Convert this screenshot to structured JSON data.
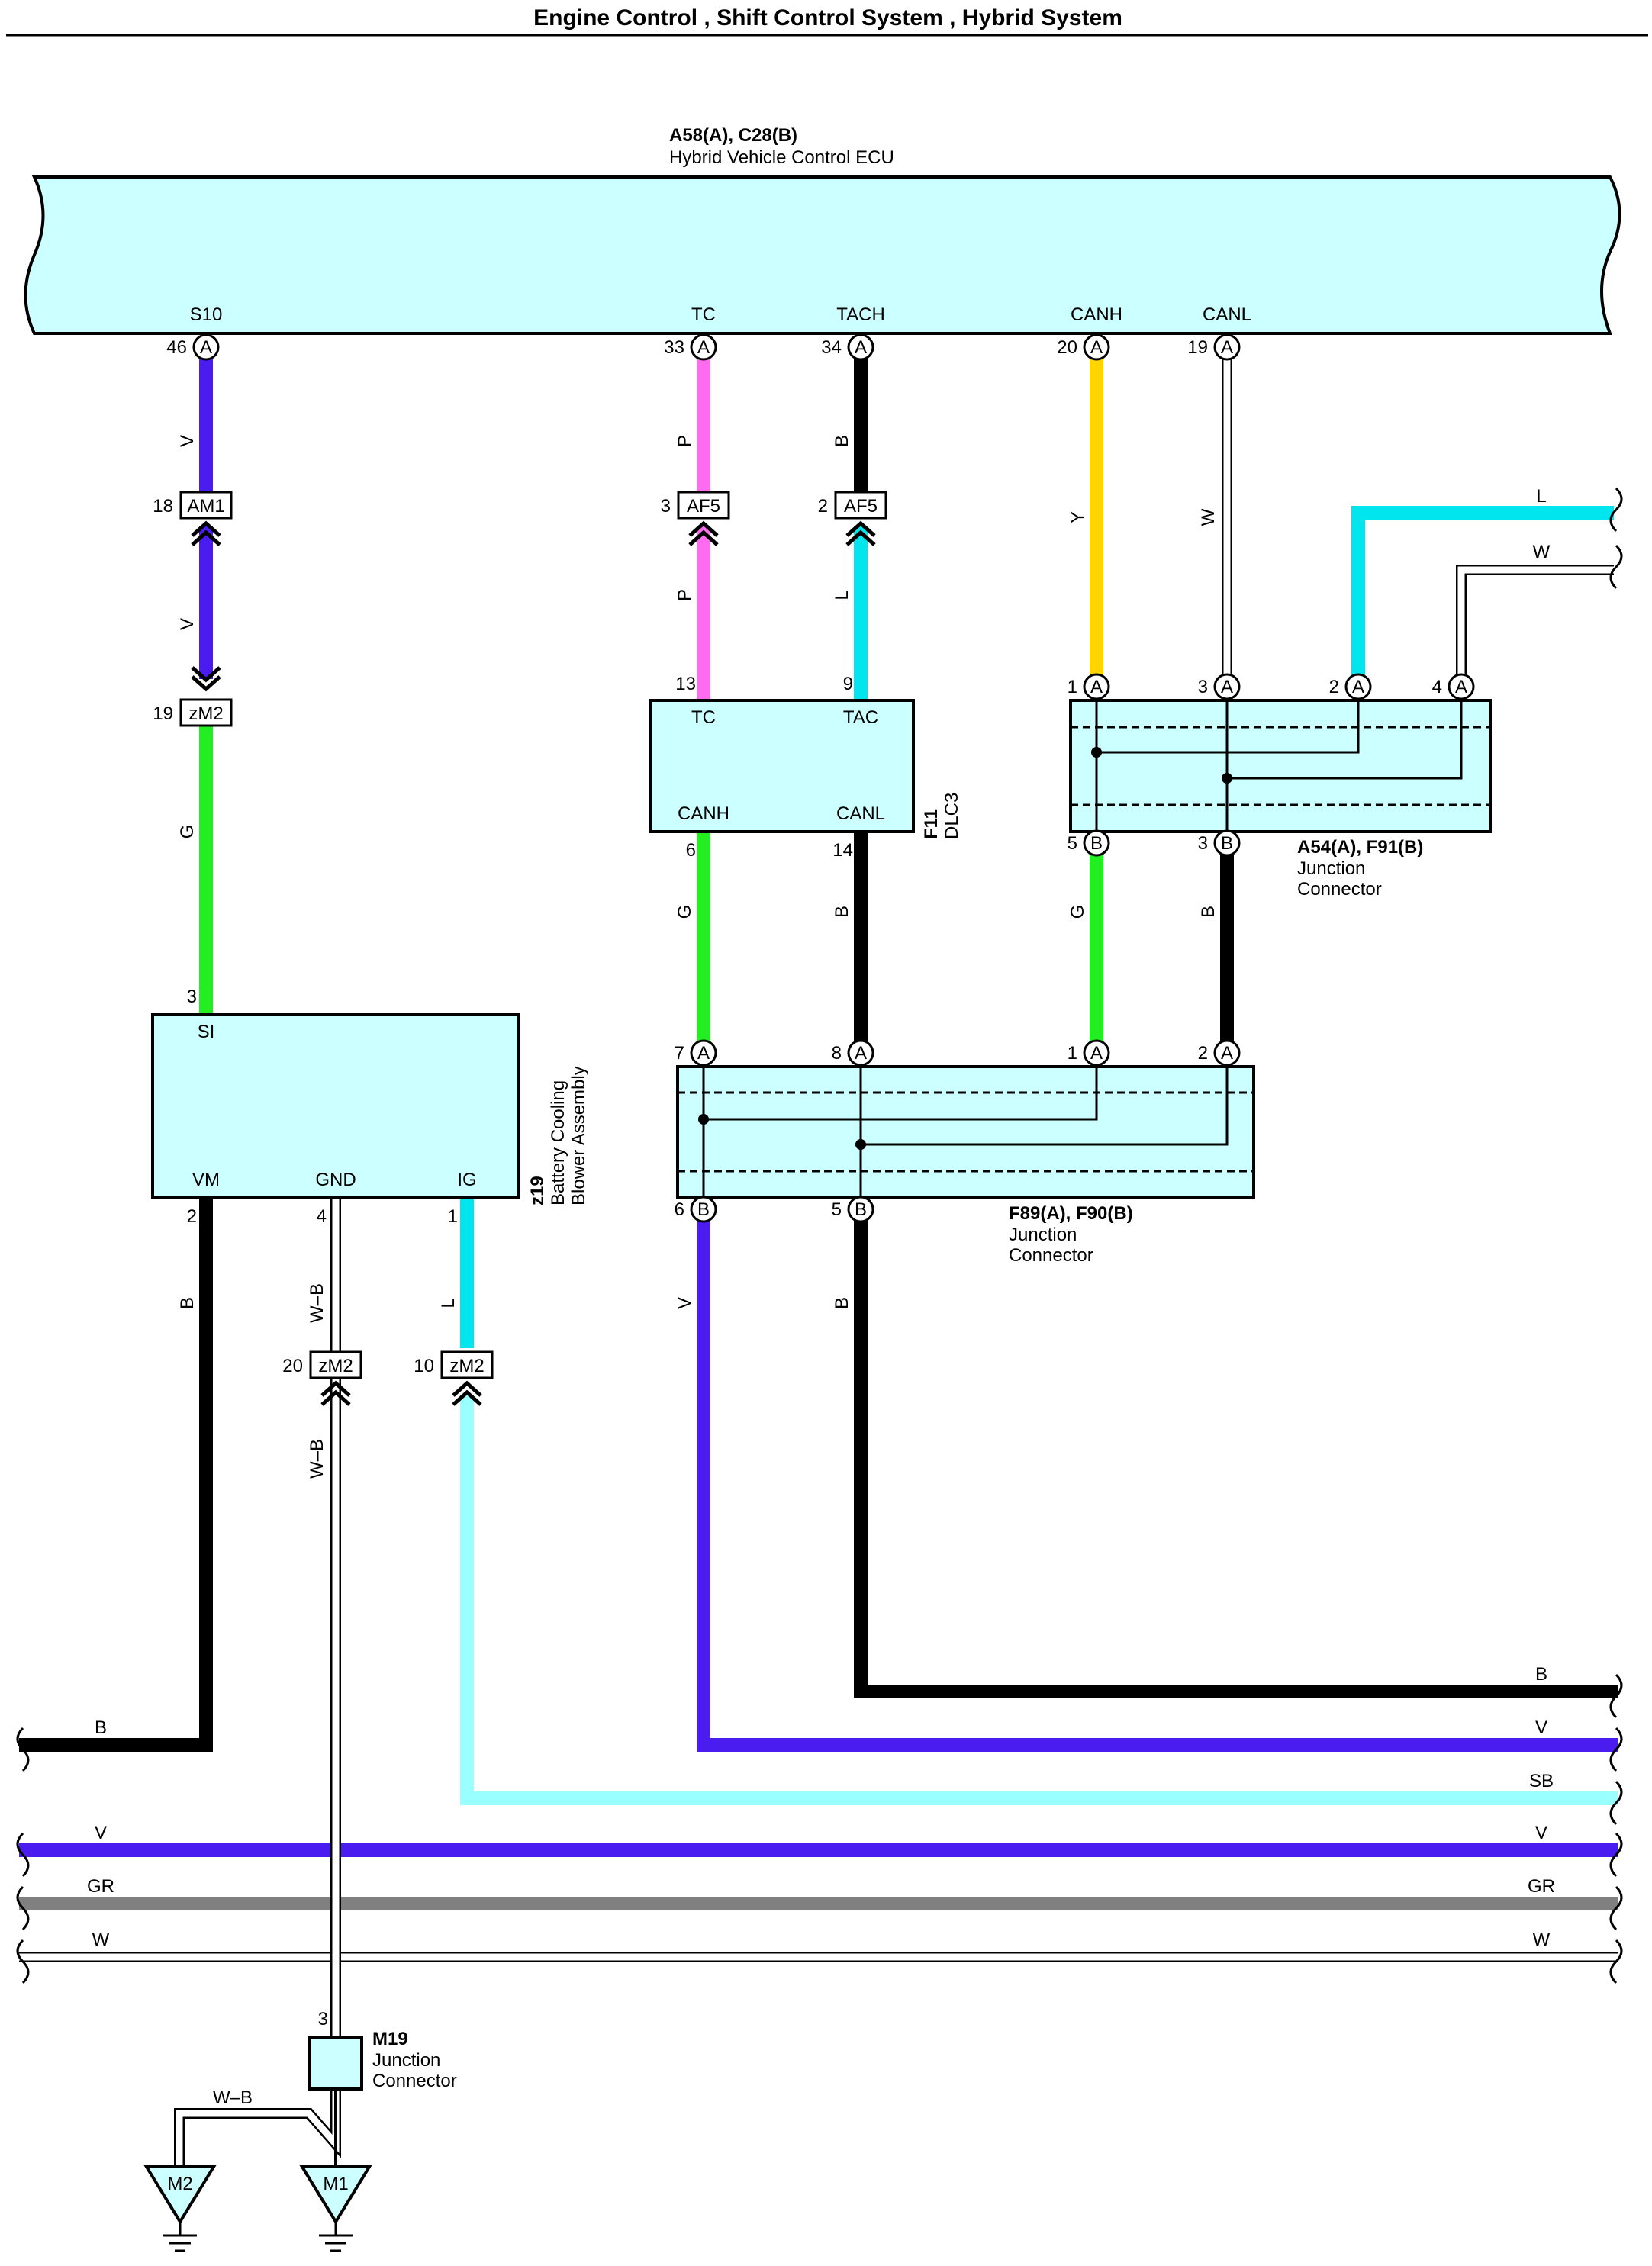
{
  "title": "Engine Control , Shift Control System , Hybrid System",
  "ecu": {
    "code": "A58(A), C28(B)",
    "name": "Hybrid Vehicle Control ECU",
    "pins": [
      {
        "label": "S10",
        "num": "46",
        "conn": "A"
      },
      {
        "label": "TC",
        "num": "33",
        "conn": "A"
      },
      {
        "label": "TACH",
        "num": "34",
        "conn": "A"
      },
      {
        "label": "CANH",
        "num": "20",
        "conn": "A"
      },
      {
        "label": "CANL",
        "num": "19",
        "conn": "A"
      }
    ]
  },
  "dlc3": {
    "code": "F11",
    "name": "DLC3",
    "pins": [
      {
        "label": "TC",
        "num": "13"
      },
      {
        "label": "TAC",
        "num": "9"
      },
      {
        "label": "CANH",
        "num": "6"
      },
      {
        "label": "CANL",
        "num": "14"
      }
    ]
  },
  "blower": {
    "code": "z19",
    "name_line1": "Battery Cooling",
    "name_line2": "Blower Assembly",
    "pins": [
      {
        "label": "SI",
        "num": "3"
      },
      {
        "label": "VM",
        "num": "2"
      },
      {
        "label": "GND",
        "num": "4"
      },
      {
        "label": "IG",
        "num": "1"
      }
    ]
  },
  "jc_a54": {
    "code": "A54(A), F91(B)",
    "name_line1": "Junction",
    "name_line2": "Connector",
    "top_pins": [
      {
        "num": "1",
        "conn": "A"
      },
      {
        "num": "3",
        "conn": "A"
      },
      {
        "num": "2",
        "conn": "A"
      },
      {
        "num": "4",
        "conn": "A"
      }
    ],
    "bottom_pins": [
      {
        "num": "5",
        "conn": "B"
      },
      {
        "num": "3",
        "conn": "B"
      }
    ]
  },
  "jc_f89": {
    "code": "F89(A), F90(B)",
    "name_line1": "Junction",
    "name_line2": "Connector",
    "top_pins": [
      {
        "num": "7",
        "conn": "A"
      },
      {
        "num": "8",
        "conn": "A"
      },
      {
        "num": "1",
        "conn": "A"
      },
      {
        "num": "2",
        "conn": "A"
      }
    ],
    "bottom_pins": [
      {
        "num": "6",
        "conn": "B"
      },
      {
        "num": "5",
        "conn": "B"
      }
    ]
  },
  "m19": {
    "code": "M19",
    "name_line1": "Junction",
    "name_line2": "Connector",
    "pin": "3"
  },
  "inline_connectors": [
    {
      "label": "AM1",
      "pin": "18"
    },
    {
      "label": "zM2",
      "pin": "19"
    },
    {
      "label": "AF5",
      "pin": "3"
    },
    {
      "label": "AF5",
      "pin": "2"
    },
    {
      "label": "zM2",
      "pin": "20"
    },
    {
      "label": "zM2",
      "pin": "10"
    }
  ],
  "grounds": [
    "M2",
    "M1"
  ],
  "wire_colors": {
    "V": "#4a1cf0",
    "P": "#ff6cf0",
    "B": "#000000",
    "Y": "#ffd400",
    "W": "#ffffff",
    "L": "#00e5ee",
    "G": "#22ee22",
    "SB": "#99ffff",
    "GR": "#808080",
    "WB": "#ffffff"
  },
  "wire_labels": {
    "s10_upper": "V",
    "s10_lower": "V",
    "s10_green": "G",
    "tc_upper": "P",
    "tc_lower": "P",
    "tach_upper": "B",
    "tach_lower": "L",
    "canh_upper": "Y",
    "canl_upper": "W",
    "right_l": "L",
    "right_w": "W",
    "dlc_canh": "G",
    "dlc_canl": "B",
    "jc_g": "G",
    "jc_b": "B",
    "vm": "B",
    "gnd_upper": "W–B",
    "gnd_lower": "W–B",
    "ig": "L",
    "f89_v": "V",
    "f89_b": "B",
    "ground_link": "W–B",
    "bottom_b_right": "B",
    "bottom_v_right": "V",
    "bottom_sb_right": "SB",
    "bottom_b_left": "B",
    "bus_v_left": "V",
    "bus_v_right": "V",
    "bus_gr_left": "GR",
    "bus_gr_right": "GR",
    "bus_w_left": "W",
    "bus_w_right": "W"
  }
}
